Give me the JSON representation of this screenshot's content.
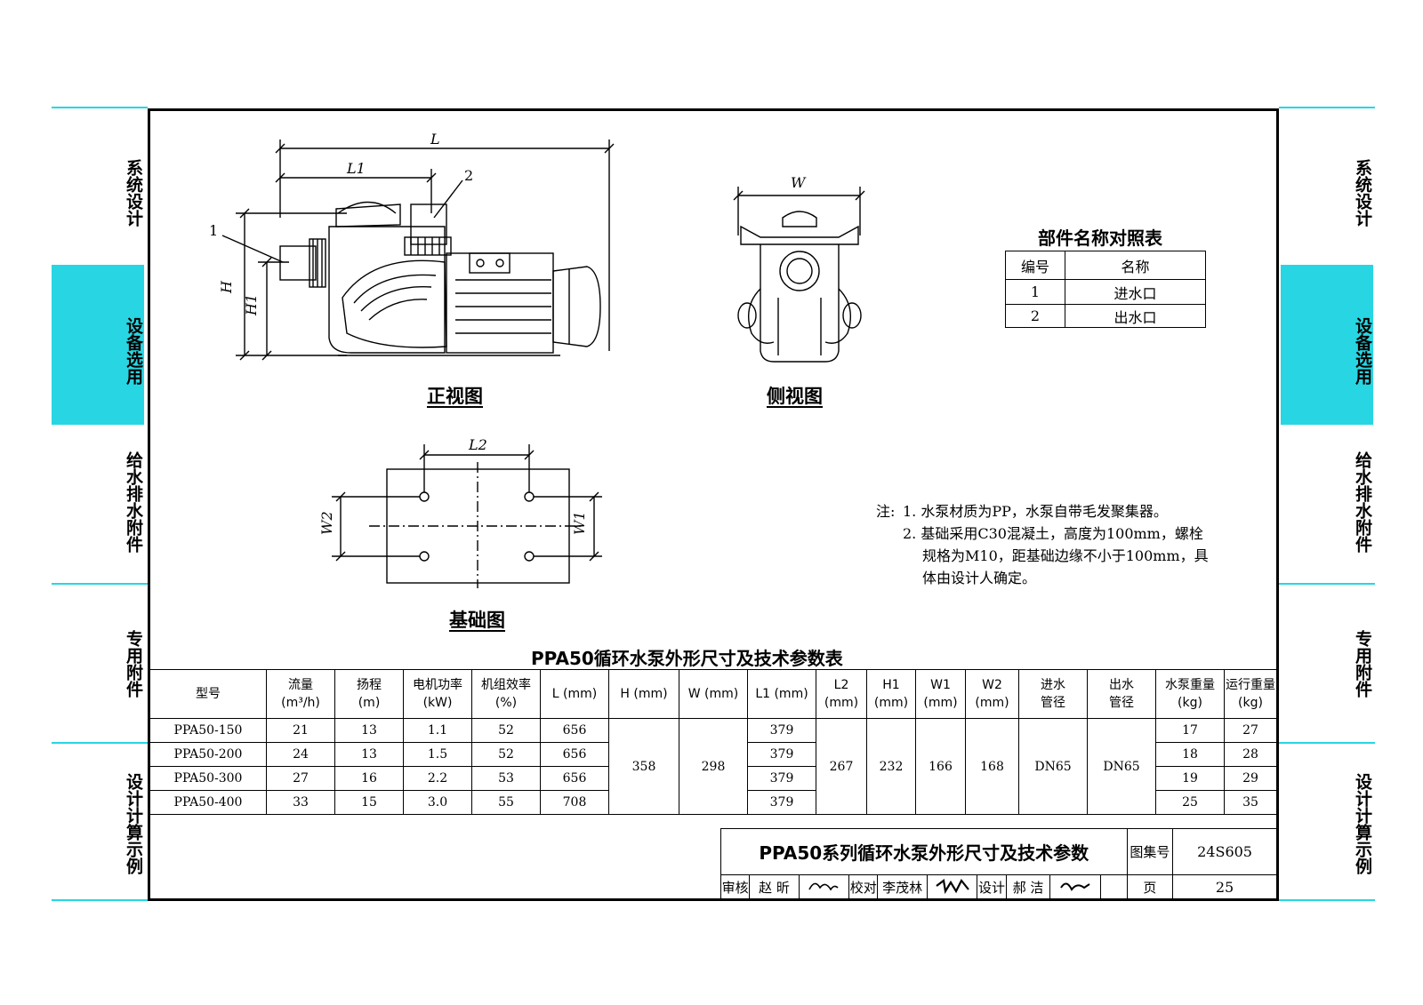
{
  "sidebar": {
    "items": [
      "系统设计",
      "设备选用",
      "给水排水附件",
      "专用附件",
      "设计计算示例"
    ],
    "active_index": 1,
    "accent_color": "#27d6e2"
  },
  "views": {
    "front_title": "正视图",
    "side_title": "侧视图",
    "base_title": "基础图",
    "dim_L": "L",
    "dim_L1": "L1",
    "dim_H": "H",
    "dim_H1": "H1",
    "dim_W": "W",
    "dim_L2": "L2",
    "dim_W1": "W1",
    "dim_W2": "W2",
    "callout_1": "1",
    "callout_2": "2"
  },
  "parts_table": {
    "title": "部件名称对照表",
    "headers": [
      "编号",
      "名称"
    ],
    "rows": [
      [
        "1",
        "进水口"
      ],
      [
        "2",
        "出水口"
      ]
    ]
  },
  "notes": {
    "label": "注:",
    "items": [
      "1. 水泵材质为PP，水泵自带毛发聚集器。",
      "2. 基础采用C30混凝土，高度为100mm，螺栓",
      "规格为M10，距基础边缘不小于100mm，具",
      "体由设计人确定。"
    ]
  },
  "param_table": {
    "title": "PPA50循环水泵外形尺寸及技术参数表",
    "headers": [
      [
        "型号",
        ""
      ],
      [
        "流量",
        "(m³/h)"
      ],
      [
        "扬程",
        "(m)"
      ],
      [
        "电机功率",
        "(kW)"
      ],
      [
        "机组效率",
        "(%)"
      ],
      [
        "L (mm)",
        ""
      ],
      [
        "H (mm)",
        ""
      ],
      [
        "W (mm)",
        ""
      ],
      [
        "L1 (mm)",
        ""
      ],
      [
        "L2",
        "(mm)"
      ],
      [
        "H1",
        "(mm)"
      ],
      [
        "W1",
        "(mm)"
      ],
      [
        "W2",
        "(mm)"
      ],
      [
        "进水",
        "管径"
      ],
      [
        "出水",
        "管径"
      ],
      [
        "水泵重量",
        "(kg)"
      ],
      [
        "运行重量",
        "(kg)"
      ]
    ],
    "rows": [
      [
        "PPA50-150",
        "21",
        "13",
        "1.1",
        "52",
        "656",
        "379",
        "17",
        "27"
      ],
      [
        "PPA50-200",
        "24",
        "13",
        "1.5",
        "52",
        "656",
        "379",
        "18",
        "28"
      ],
      [
        "PPA50-300",
        "27",
        "16",
        "2.2",
        "53",
        "656",
        "379",
        "19",
        "29"
      ],
      [
        "PPA50-400",
        "33",
        "15",
        "3.0",
        "55",
        "708",
        "379",
        "25",
        "35"
      ]
    ],
    "shared": {
      "H": "358",
      "W": "298",
      "L2": "267",
      "H1": "232",
      "W1": "166",
      "W2": "168",
      "inlet": "DN65",
      "outlet": "DN65"
    }
  },
  "title_block": {
    "drawing_title": "PPA50系列循环水泵外形尺寸及技术参数",
    "atlas_label": "图集号",
    "atlas_no": "24S605",
    "review_label": "审核",
    "reviewer": "赵 昕",
    "check_label": "校对",
    "checker": "李茂林",
    "design_label": "设计",
    "designer": "郝 洁",
    "page_label": "页",
    "page_no": "25"
  }
}
